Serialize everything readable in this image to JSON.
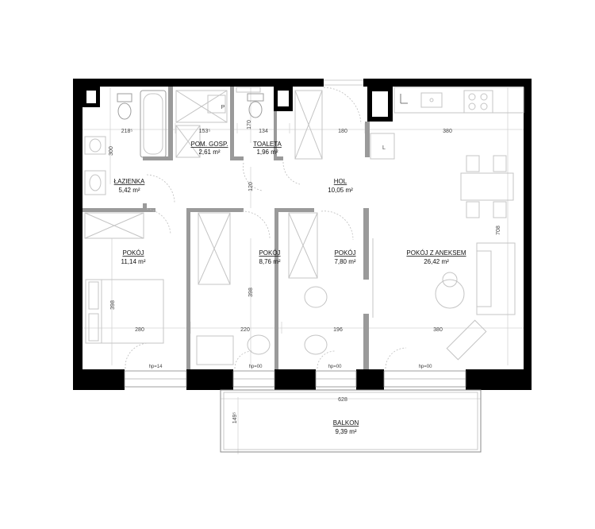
{
  "rooms": [
    {
      "id": "lazienka",
      "name": "ŁAZIENKA",
      "area": "5,42 m²"
    },
    {
      "id": "pom-gosp",
      "name": "POM. GOSP.",
      "area": "2,61 m²"
    },
    {
      "id": "toaleta",
      "name": "TOALETA",
      "area": "1,96 m²"
    },
    {
      "id": "hol",
      "name": "HOL",
      "area": "10,05 m²"
    },
    {
      "id": "pokoj1",
      "name": "POKÓJ",
      "area": "11,14 m²"
    },
    {
      "id": "pokoj2",
      "name": "POKÓJ",
      "area": "8,76 m²"
    },
    {
      "id": "pokoj3",
      "name": "POKÓJ",
      "area": "7,80 m²"
    },
    {
      "id": "pokoj-aneks",
      "name": "POKÓJ Z ANEKSEM",
      "area": "26,42 m²"
    },
    {
      "id": "balkon",
      "name": "BALKON",
      "area": "9,39 m²"
    }
  ],
  "dimensions": [
    "218⁵",
    "153⁵",
    "170",
    "134",
    "180",
    "380",
    "300",
    "120",
    "708",
    "398",
    "398",
    "280",
    "220",
    "196",
    "380",
    "628",
    "149⁵"
  ],
  "window_heights": [
    "hp=14",
    "hp=00",
    "hp=00",
    "hp=00"
  ],
  "fixture_labels": {
    "washer": "P",
    "fridge": "L"
  }
}
